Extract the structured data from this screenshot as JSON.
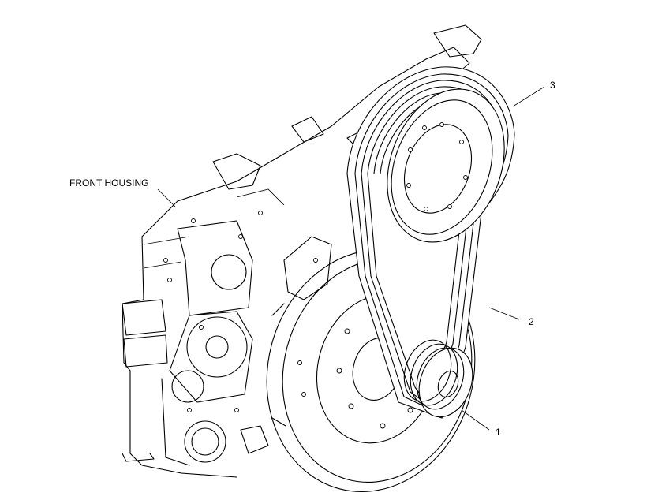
{
  "labels": {
    "front_housing": "FRONT HOUSING",
    "callout_1": "1",
    "callout_2": "2",
    "callout_3": "3"
  },
  "colors": {
    "line": "#000000",
    "background": "#ffffff"
  }
}
